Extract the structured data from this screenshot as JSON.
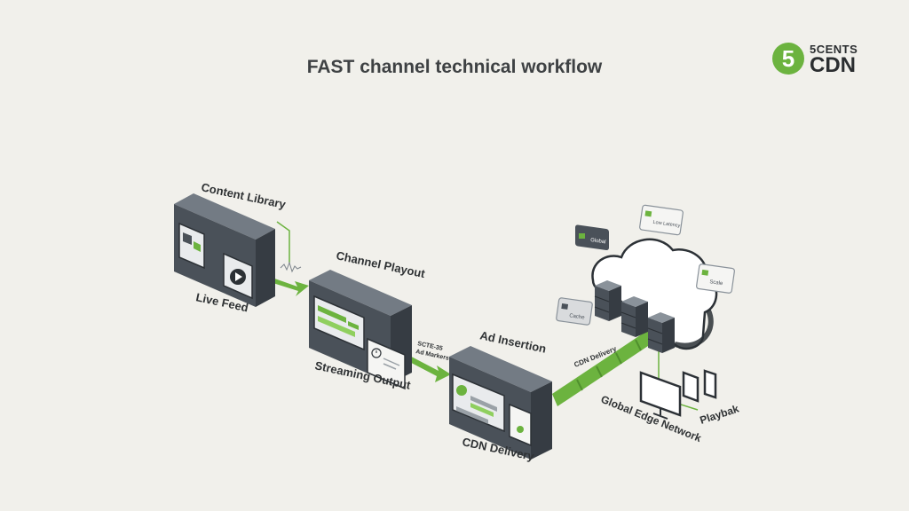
{
  "title": "FAST channel technical workflow",
  "logo": {
    "number": "5",
    "top": "5CENTS",
    "bottom": "CDN"
  },
  "colors": {
    "accent": "#6cb33f",
    "box_front": "#4a5159",
    "box_top": "#737b84",
    "box_side": "#363c43",
    "text": "#2f3234"
  },
  "labels": {
    "content_library": "Content Library",
    "live_feed": "Live Feed",
    "channel_playout": "Channel Playout",
    "streaming_output": "Streaming Output",
    "scte_line1": "SCTE-35",
    "scte_line2": "Ad Markers",
    "ad_insertion": "Ad Insertion",
    "cdn_delivery_bottom": "CDN Delivery",
    "cdn_delivery_link": "CDN Delivery",
    "global_edge_network": "Global Edge Network",
    "playback": "Playbak"
  },
  "chips": {
    "chip1": "Global",
    "chip2": "Low Latency",
    "chip3": "Scale",
    "chip4": "Cache"
  }
}
